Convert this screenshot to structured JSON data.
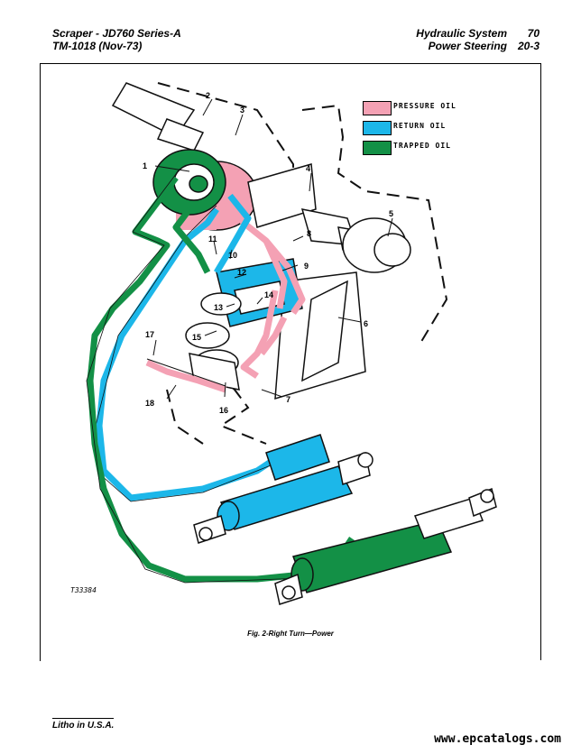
{
  "header": {
    "left_line1": "Scraper - JD760 Series-A",
    "left_line2": "TM-1018   (Nov-73)",
    "right_line1_title": "Hydraulic System",
    "right_line1_page": "70",
    "right_line2_title": "Power Steering",
    "right_line2_page": "20-3"
  },
  "legend": [
    {
      "label": "PRESSURE OIL",
      "color": "#f4a1b4"
    },
    {
      "label": "RETURN OIL",
      "color": "#1cb7e9"
    },
    {
      "label": "TRAPPED OIL",
      "color": "#139046"
    }
  ],
  "colors": {
    "pressure": "#f4a1b4",
    "return": "#1cb7e9",
    "trapped": "#139046",
    "metal": "#ffffff",
    "outline": "#111111"
  },
  "callouts": [
    "1",
    "2",
    "3",
    "4",
    "5",
    "6",
    "7",
    "8",
    "9",
    "10",
    "11",
    "12",
    "13",
    "14",
    "15",
    "16",
    "17",
    "18"
  ],
  "figure_id": "T33384",
  "caption": "Fig. 2-Right Turn—Power",
  "footer": "Litho in U.S.A.",
  "watermark": "www.epcatalogs.com"
}
